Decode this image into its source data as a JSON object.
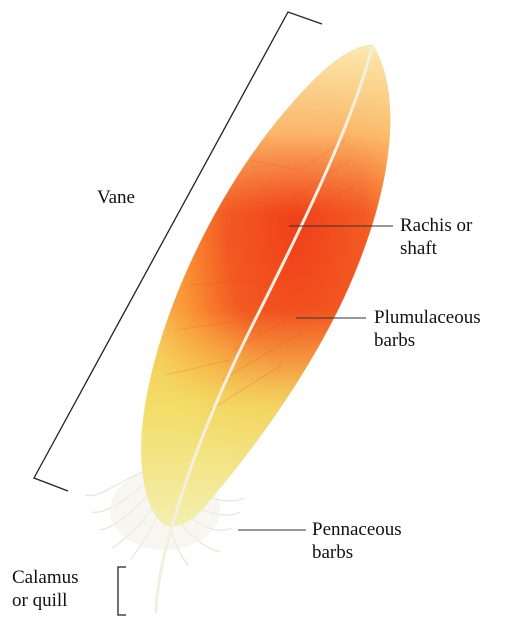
{
  "labels": {
    "vane": "Vane",
    "rachis": [
      "Rachis or",
      "shaft"
    ],
    "plumulaceous": [
      "Plumulaceous",
      "barbs"
    ],
    "pennaceous": [
      "Pennaceous",
      "barbs"
    ],
    "calamus": [
      "Calamus",
      "or quill"
    ]
  },
  "colors": {
    "feather_red": "#f0401a",
    "feather_orange": "#f97a2a",
    "feather_yellow": "#f6d86a",
    "down_white": "#eeeadf",
    "shaft": "#f5efe0",
    "line": "#222222",
    "text": "#111111"
  }
}
